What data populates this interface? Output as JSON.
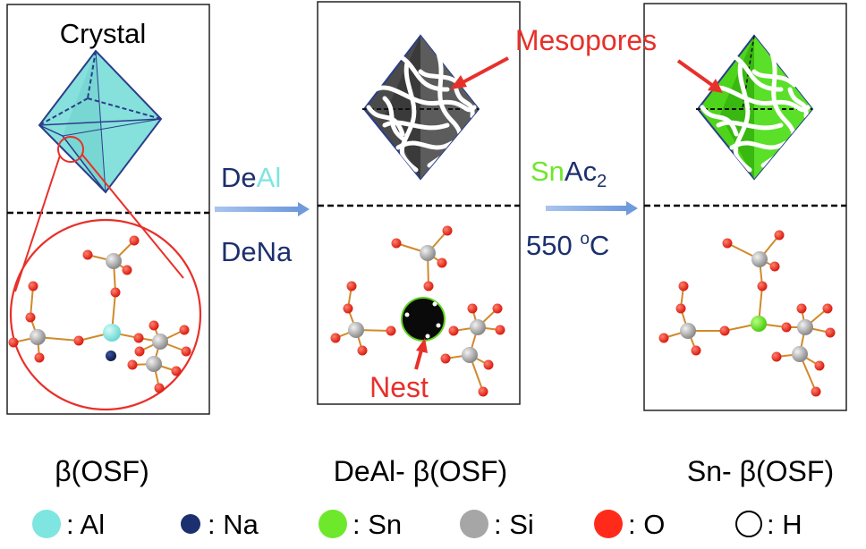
{
  "panels": [
    {
      "title": "Crystal",
      "caption": "β(OSF)"
    },
    {
      "title": "",
      "caption": "DeAl- β(OSF)",
      "annotation": "Nest"
    },
    {
      "title": "",
      "caption": "Sn- β(OSF)"
    }
  ],
  "callout": {
    "label": "Mesopores"
  },
  "step1": {
    "top_part1": "De",
    "top_part2": "Al",
    "bottom": "DeNa"
  },
  "step2": {
    "top_part1": "Sn",
    "top_part2": "Ac",
    "top_sub": "2",
    "bottom_part1": "550 ",
    "bottom_sup": "o",
    "bottom_part2": "C"
  },
  "legend": [
    {
      "symbol": "cyan-dot-icon",
      "label": ": Al",
      "color": "#7fe5e0"
    },
    {
      "symbol": "navy-dot-icon",
      "label": ": Na",
      "color": "#1c2f6e"
    },
    {
      "symbol": "green-dot-icon",
      "label": ": Sn",
      "color": "#6ee82a"
    },
    {
      "symbol": "gray-dot-icon",
      "label": ": Si",
      "color": "#a6a6a6"
    },
    {
      "symbol": "red-dot-icon",
      "label": ": O",
      "color": "#ff2a1a"
    },
    {
      "symbol": "white-dot-icon",
      "label": ": H",
      "color": "#ffffff"
    }
  ],
  "colors": {
    "al": "#7fe5e0",
    "sn": "#6ee82a",
    "mesopore_crystal": "#4d4d4d",
    "accent_red": "#e8302a",
    "arrow_blue": "#7ea6e0",
    "navy_text": "#1c2f6e"
  }
}
